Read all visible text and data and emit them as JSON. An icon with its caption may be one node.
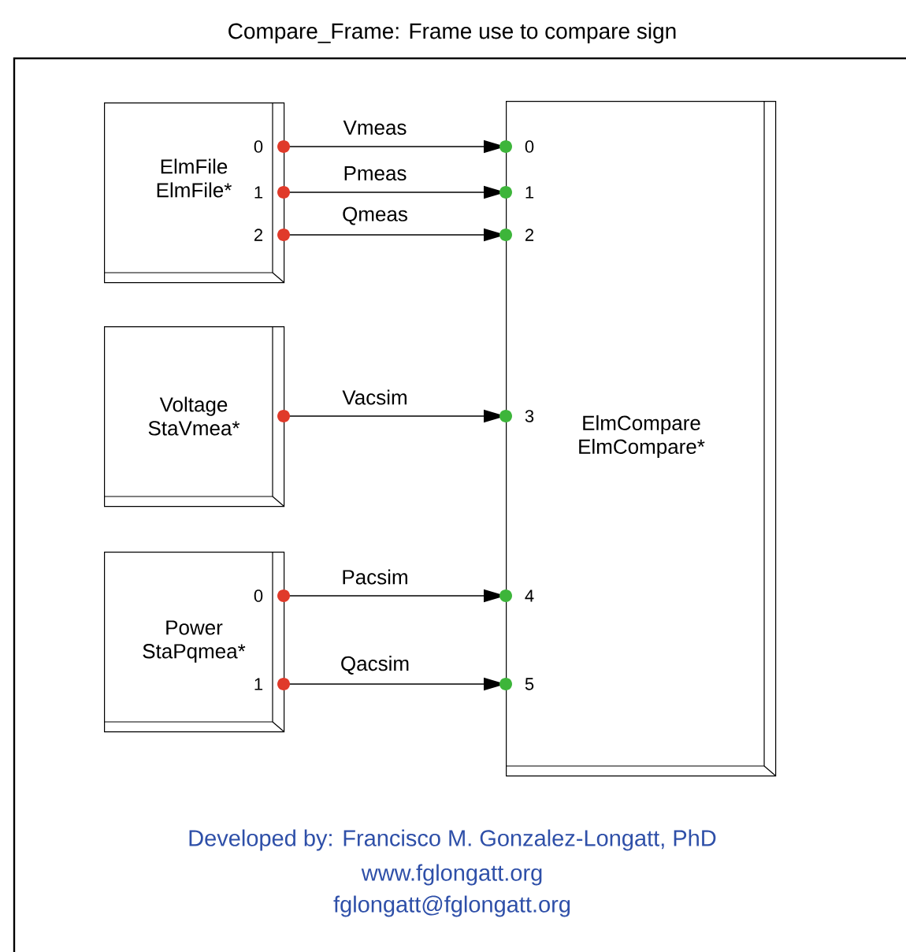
{
  "diagram": {
    "nodes": [
      {
        "text": [
          "Compare_Frame: Frame use to compare sign"
        ]
      },
      {
        "text": [
          "ElmFile",
          "ElmFile*"
        ],
        "in": 0
      },
      {
        "text": [
          "Voltage",
          "StaVmea*"
        ],
        "in": 0
      },
      {
        "text": [
          "Power",
          "StaPqmea*"
        ],
        "in": 0
      },
      {
        "text": [
          "ElmCompare",
          "ElmCompare*"
        ],
        "in": 0
      }
    ],
    "edges": [
      {
        "from": 1,
        "to": 4,
        "arrow": "to",
        "label": "Vmeas"
      },
      {
        "from": 1,
        "to": 4,
        "arrow": "to",
        "label": "Pmeas"
      },
      {
        "from": 1,
        "to": 4,
        "arrow": "to",
        "label": "Qmeas"
      },
      {
        "from": 2,
        "to": 4,
        "arrow": "to",
        "label": "Vacsim"
      },
      {
        "from": 3,
        "to": 4,
        "arrow": "to",
        "label": "Pacsim"
      },
      {
        "from": 3,
        "to": 4,
        "arrow": "to",
        "label": "Qacsim"
      }
    ],
    "labels": [
      "0",
      "0",
      "1",
      "1",
      "2",
      "2",
      "3",
      "0",
      "4",
      "1",
      "5",
      "Developed by: Francisco M. Gonzalez-Longatt, PhD",
      "www.fglongatt.org",
      "fglongatt@fglongatt.org"
    ]
  }
}
